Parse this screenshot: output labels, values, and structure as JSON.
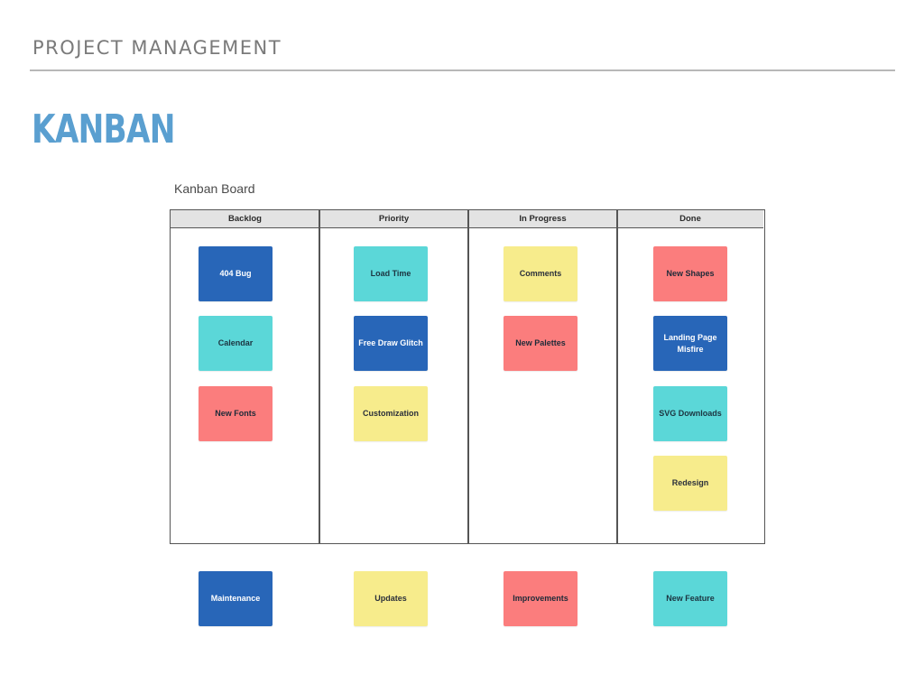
{
  "header": {
    "section_label": "PROJECT MANAGEMENT",
    "title": "KANBAN"
  },
  "board": {
    "caption": "Kanban Board",
    "columns": [
      {
        "name": "Backlog"
      },
      {
        "name": "Priority"
      },
      {
        "name": "In Progress"
      },
      {
        "name": "Done"
      }
    ],
    "cards": {
      "backlog": [
        {
          "label": "404 Bug",
          "color": "blue"
        },
        {
          "label": "Calendar",
          "color": "teal"
        },
        {
          "label": "New Fonts",
          "color": "red"
        }
      ],
      "priority": [
        {
          "label": "Load Time",
          "color": "teal"
        },
        {
          "label": "Free Draw Glitch",
          "color": "blue"
        },
        {
          "label": "Customization",
          "color": "yellow"
        }
      ],
      "in_progress": [
        {
          "label": "Comments",
          "color": "yellow"
        },
        {
          "label": "New Palettes",
          "color": "red"
        }
      ],
      "done": [
        {
          "label": "New Shapes",
          "color": "red"
        },
        {
          "label": "Landing Page Misfire",
          "color": "blue"
        },
        {
          "label": "SVG Downloads",
          "color": "teal"
        },
        {
          "label": "Redesign",
          "color": "yellow"
        }
      ]
    }
  },
  "legend": [
    {
      "label": "Maintenance",
      "color": "blue"
    },
    {
      "label": "Updates",
      "color": "yellow"
    },
    {
      "label": "Improvements",
      "color": "red"
    },
    {
      "label": "New Feature",
      "color": "teal"
    }
  ],
  "colors": {
    "title": "#5a9fd0",
    "blue": "#2866b8",
    "teal": "#5bd7d8",
    "red": "#fb7d7d",
    "yellow": "#f7ec8c",
    "header_bg": "#e3e3e3",
    "border": "#555555"
  }
}
